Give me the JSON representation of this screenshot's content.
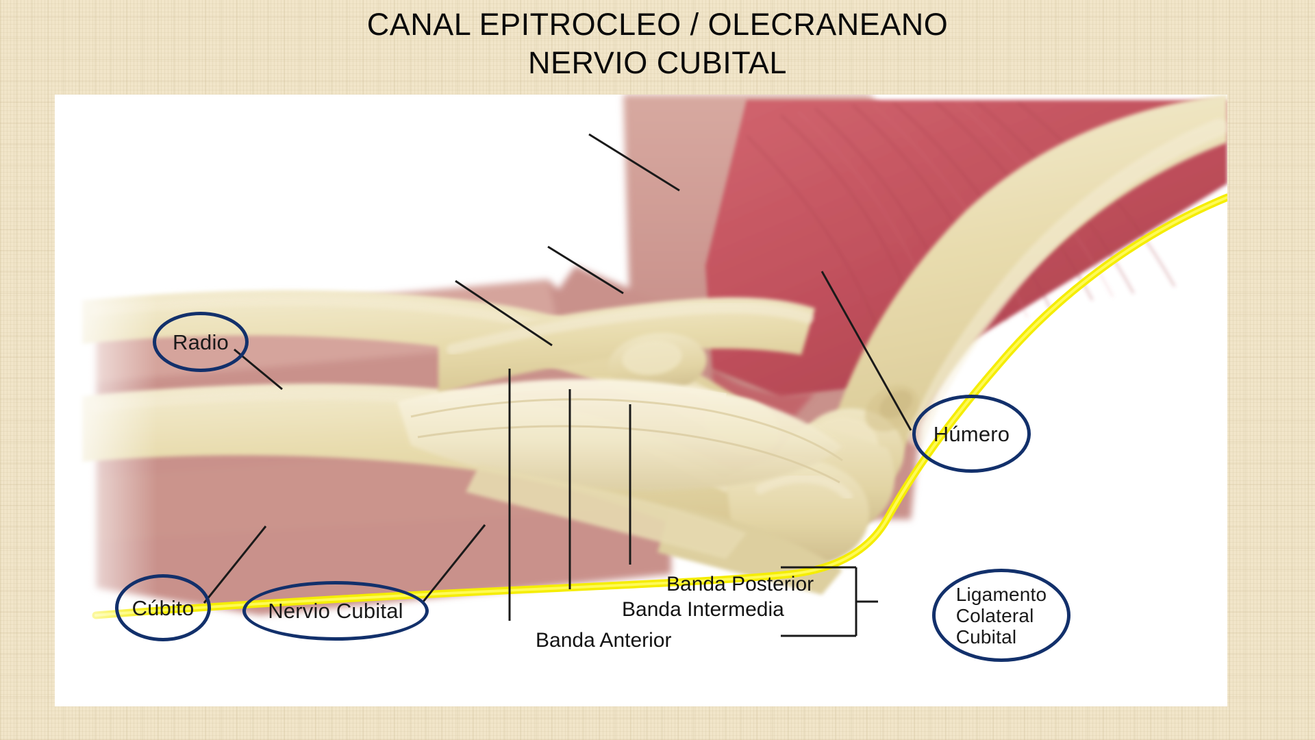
{
  "slide": {
    "title_line1": "CANAL EPITROCLEO / OLECRANEANO",
    "title_line2": "NERVIO CUBITAL",
    "background_color": "#f1e5c9",
    "panel_color": "#ffffff"
  },
  "figure": {
    "alt": "Ilustración anatómica del codo en vista medial mostrando el trayecto del nervio cubital por el canal epitrocleo-olecraneano",
    "colors": {
      "muscle": "#c0505c",
      "flesh": "#c9918b",
      "flesh_light": "#d5a49c",
      "bone": "#e8dcae",
      "bone_light": "#f2ead0",
      "nerve_yellow": "#f5ed00",
      "callout_stroke": "#12306b",
      "leader_line": "#1a1a1a"
    }
  },
  "callouts": [
    {
      "id": "radio",
      "label": "Radio"
    },
    {
      "id": "humero",
      "label": "Húmero"
    },
    {
      "id": "cubito",
      "label": "Cúbito"
    },
    {
      "id": "nervio",
      "label": "Nervio Cubital"
    },
    {
      "id": "ligamento",
      "label": "Ligamento\nColateral\nCubital"
    }
  ],
  "labels": [
    {
      "id": "banda-posterior",
      "label": "Banda Posterior"
    },
    {
      "id": "banda-intermedia",
      "label": "Banda Intermedia"
    },
    {
      "id": "banda-anterior",
      "label": "Banda Anterior"
    }
  ]
}
